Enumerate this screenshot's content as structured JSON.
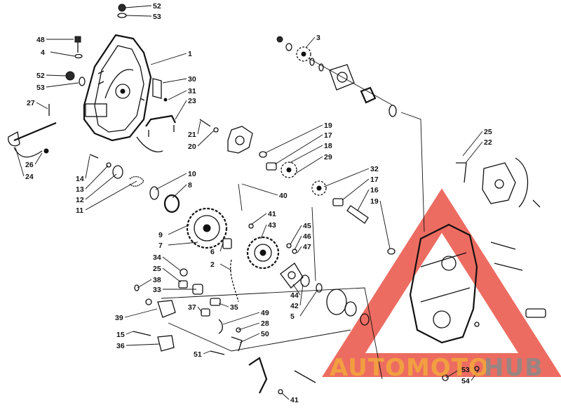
{
  "diagram": {
    "labels": [
      {
        "id": "l52a",
        "text": "52"
      },
      {
        "id": "l53a",
        "text": "53"
      },
      {
        "id": "l48",
        "text": "48"
      },
      {
        "id": "l4",
        "text": "4"
      },
      {
        "id": "l1",
        "text": "1"
      },
      {
        "id": "l52b",
        "text": "52"
      },
      {
        "id": "l53b",
        "text": "53"
      },
      {
        "id": "l30",
        "text": "30"
      },
      {
        "id": "l31",
        "text": "31"
      },
      {
        "id": "l27",
        "text": "27"
      },
      {
        "id": "l23",
        "text": "23"
      },
      {
        "id": "l26",
        "text": "26"
      },
      {
        "id": "l24",
        "text": "24"
      },
      {
        "id": "l21",
        "text": "21"
      },
      {
        "id": "l20",
        "text": "20"
      },
      {
        "id": "l3",
        "text": "3"
      },
      {
        "id": "l19a",
        "text": "19"
      },
      {
        "id": "l17a",
        "text": "17"
      },
      {
        "id": "l18",
        "text": "18"
      },
      {
        "id": "l29",
        "text": "29"
      },
      {
        "id": "l32",
        "text": "32"
      },
      {
        "id": "l17b",
        "text": "17"
      },
      {
        "id": "l16",
        "text": "16"
      },
      {
        "id": "l19b",
        "text": "19"
      },
      {
        "id": "l25a",
        "text": "25"
      },
      {
        "id": "l22",
        "text": "22"
      },
      {
        "id": "l14",
        "text": "14"
      },
      {
        "id": "l13",
        "text": "13"
      },
      {
        "id": "l12",
        "text": "12"
      },
      {
        "id": "l11",
        "text": "11"
      },
      {
        "id": "l10",
        "text": "10"
      },
      {
        "id": "l8",
        "text": "8"
      },
      {
        "id": "l40",
        "text": "40"
      },
      {
        "id": "l41a",
        "text": "41"
      },
      {
        "id": "l43",
        "text": "43"
      },
      {
        "id": "l45",
        "text": "45"
      },
      {
        "id": "l46",
        "text": "46"
      },
      {
        "id": "l47",
        "text": "47"
      },
      {
        "id": "l9",
        "text": "9"
      },
      {
        "id": "l7",
        "text": "7"
      },
      {
        "id": "l6",
        "text": "6"
      },
      {
        "id": "l34",
        "text": "34"
      },
      {
        "id": "l25b",
        "text": "25"
      },
      {
        "id": "l2",
        "text": "2"
      },
      {
        "id": "l38",
        "text": "38"
      },
      {
        "id": "l33",
        "text": "33"
      },
      {
        "id": "l44",
        "text": "44"
      },
      {
        "id": "l42",
        "text": "42"
      },
      {
        "id": "l5",
        "text": "5"
      },
      {
        "id": "l39",
        "text": "39"
      },
      {
        "id": "l37",
        "text": "37"
      },
      {
        "id": "l35",
        "text": "35"
      },
      {
        "id": "l49",
        "text": "49"
      },
      {
        "id": "l28",
        "text": "28"
      },
      {
        "id": "l50",
        "text": "50"
      },
      {
        "id": "l15",
        "text": "15"
      },
      {
        "id": "l36",
        "text": "36"
      },
      {
        "id": "l51",
        "text": "51"
      },
      {
        "id": "l41b",
        "text": "41"
      },
      {
        "id": "l53c",
        "text": "53"
      },
      {
        "id": "l54",
        "text": "54"
      }
    ]
  },
  "watermark": {
    "brand_left": "AUTOMOTO",
    "brand_right": "HUB",
    "color_triangle": "#e8473a",
    "color_orange": "#f2a93b",
    "color_gray": "#8a8a8a"
  }
}
